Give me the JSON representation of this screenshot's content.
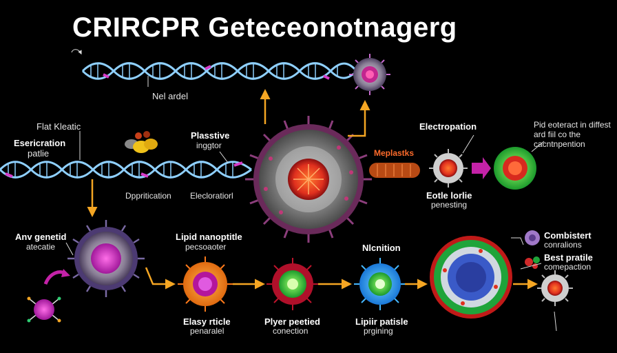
{
  "title": "CRIRCPR Geteceonotnagerg",
  "labels": {
    "nel_ardel": "Nel ardel",
    "flat_kleatic": "Flat Kleatic",
    "esericration": "Esericration",
    "patlie": "patlie",
    "plasstive": "Plasstive",
    "inggtor": "inggtor",
    "dppritication": "Dppritication",
    "elecloratiorl": "Elecloratiorl",
    "meplastks": "Meplastks",
    "electropation": "Electropation",
    "eotle_lorlie": "Eotle lorlie",
    "penesting": "penesting",
    "pid_line1": "Pid eoteract in diffest",
    "pid_line2": "ard fiil co the",
    "pid_line3": "cacntnpention",
    "anv_genetid": "Anv genetid",
    "atecatie": "atecatie",
    "lipid_nanoptitle": "Lipid nanoptitle",
    "pecsoaoter": "pecsoaoter",
    "nlcnition": "Nlcnition",
    "combistert": "Combistert",
    "conralions": "conralions",
    "best_pratile": "Best pratile",
    "comepaction": "comepaction",
    "elasy_rticle": "Elasy rticle",
    "penaralel": "penaralel",
    "plyer_peetied": "Plyer peetied",
    "conection": "conection",
    "lipiir_patisle": "Lipiir patisle",
    "prgining": "prgining"
  },
  "colors": {
    "background": "#000000",
    "dna": "#8fd0ff",
    "arrow": "#f5a623",
    "accent_magenta": "#d63cc8",
    "accent_red": "#e0301e"
  },
  "icons": [
    "dna-helix-icon",
    "virus-particle-icon",
    "nanoparticle-icon",
    "protein-molecule-icon",
    "arrow-icon"
  ]
}
